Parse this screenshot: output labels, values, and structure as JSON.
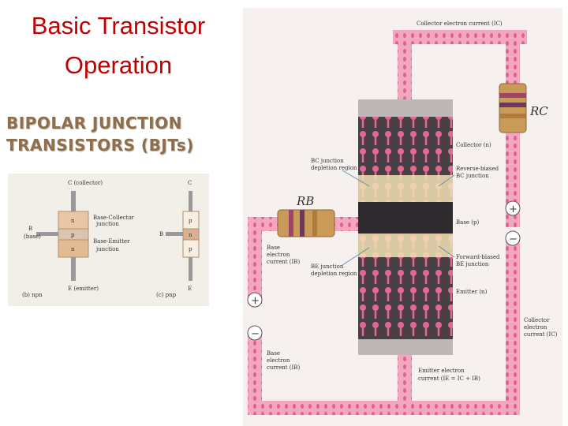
{
  "title": {
    "line1": "Basic Transistor",
    "line2": "Operation"
  },
  "banner": {
    "line1": "BIPOLAR JUNCTION",
    "line2": "TRANSISTORS (BJTs)"
  },
  "npn_panel": {
    "collector_label": "C (collector)",
    "collector_short": "C",
    "base_label": "B",
    "base_sub": "(base)",
    "base_collector_junction": [
      "Base-Collector",
      "junction"
    ],
    "base_emitter_junction": [
      "Base-Emitter",
      "junction"
    ],
    "emitter_label": "E (emitter)",
    "emitter_short": "E",
    "npn_layers": [
      "n",
      "p",
      "n"
    ],
    "pnp_layers": [
      "p",
      "n",
      "p"
    ],
    "caption_npn": "(b) npn",
    "caption_pnp": "(c) pnp"
  },
  "circuit": {
    "collector_current_top": "Collector electron current (IC)",
    "rc_label": "RC",
    "rb_label": "RB",
    "collector_region": "Collector (n)",
    "bc_depletion": [
      "BC junction",
      "depletion region"
    ],
    "reverse_biased": [
      "Reverse-biased",
      "BC junction"
    ],
    "base_region": "Base (p)",
    "base_electron_current": [
      "Base",
      "electron",
      "current (IB)"
    ],
    "be_depletion": [
      "BE junction",
      "depletion region"
    ],
    "forward_biased": [
      "Forward-biased",
      "BE junction"
    ],
    "emitter_region": "Emitter (n)",
    "collector_electron_current_right": [
      "Collector",
      "electron",
      "current (IC)"
    ],
    "base_electron_current_bottom": [
      "Base",
      "electron",
      "current (IB)"
    ],
    "emitter_electron_current": [
      "Emitter electron",
      "current (IE = IC + IB)"
    ],
    "plus": "+",
    "minus": "−"
  },
  "colors": {
    "title": "#c00000",
    "wire": "#f2a6c0",
    "electron": "#e0608e",
    "transistor_body": "#4a3f44",
    "banner_text": "#8b6f4e"
  }
}
